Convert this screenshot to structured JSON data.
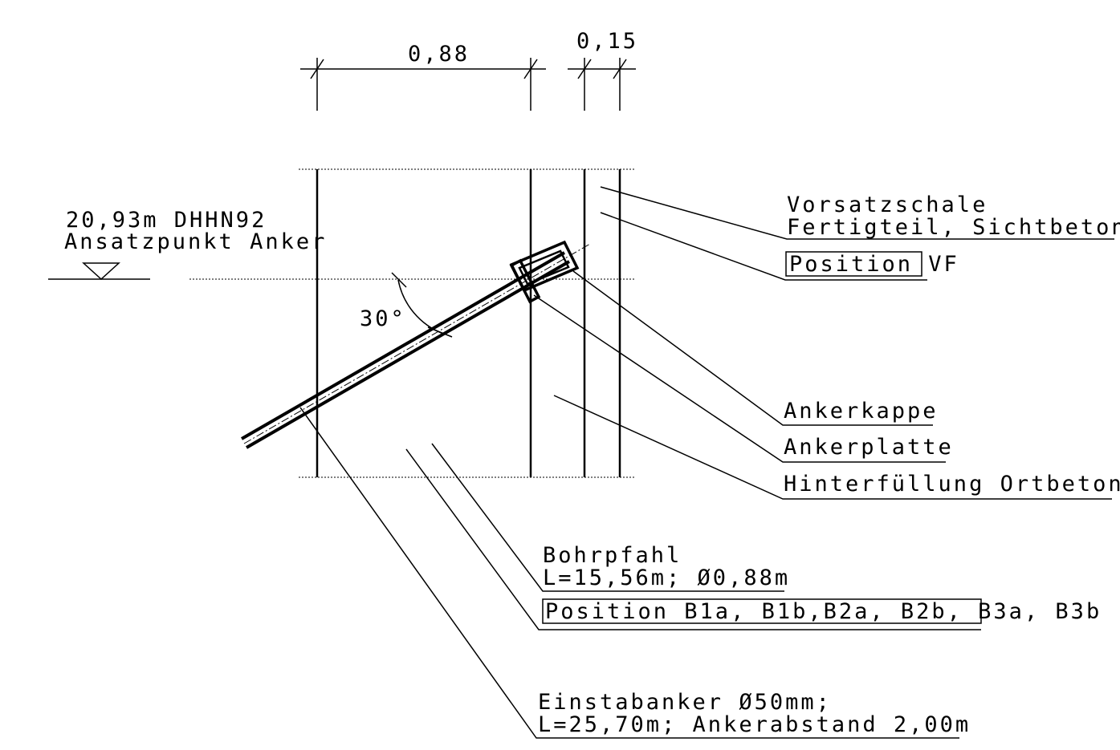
{
  "dimensions": {
    "pile_width": "0,88",
    "facing_width": "0,15"
  },
  "level": {
    "elevation": "20,93m DHHN92",
    "description": "Ansatzpunkt Anker"
  },
  "angle": "30°",
  "labels": {
    "vorsatzschale_1": "Vorsatzschale",
    "vorsatzschale_2": "Fertigteil, Sichtbeton",
    "position_vf": "Position VF",
    "ankerkappe": "Ankerkappe",
    "ankerplatte": "Ankerplatte",
    "hinterfuellung": "Hinterfüllung Ortbeton",
    "bohrpfahl_1": "Bohrpfahl",
    "bohrpfahl_2": "L=15,56m; Ø0,88m",
    "position_b": "Position B1a, B1b,B2a, B2b, B3a, B3b",
    "anker_1": "Einstabanker Ø50mm;",
    "anker_2": "L=25,70m; Ankerabstand 2,00m"
  }
}
